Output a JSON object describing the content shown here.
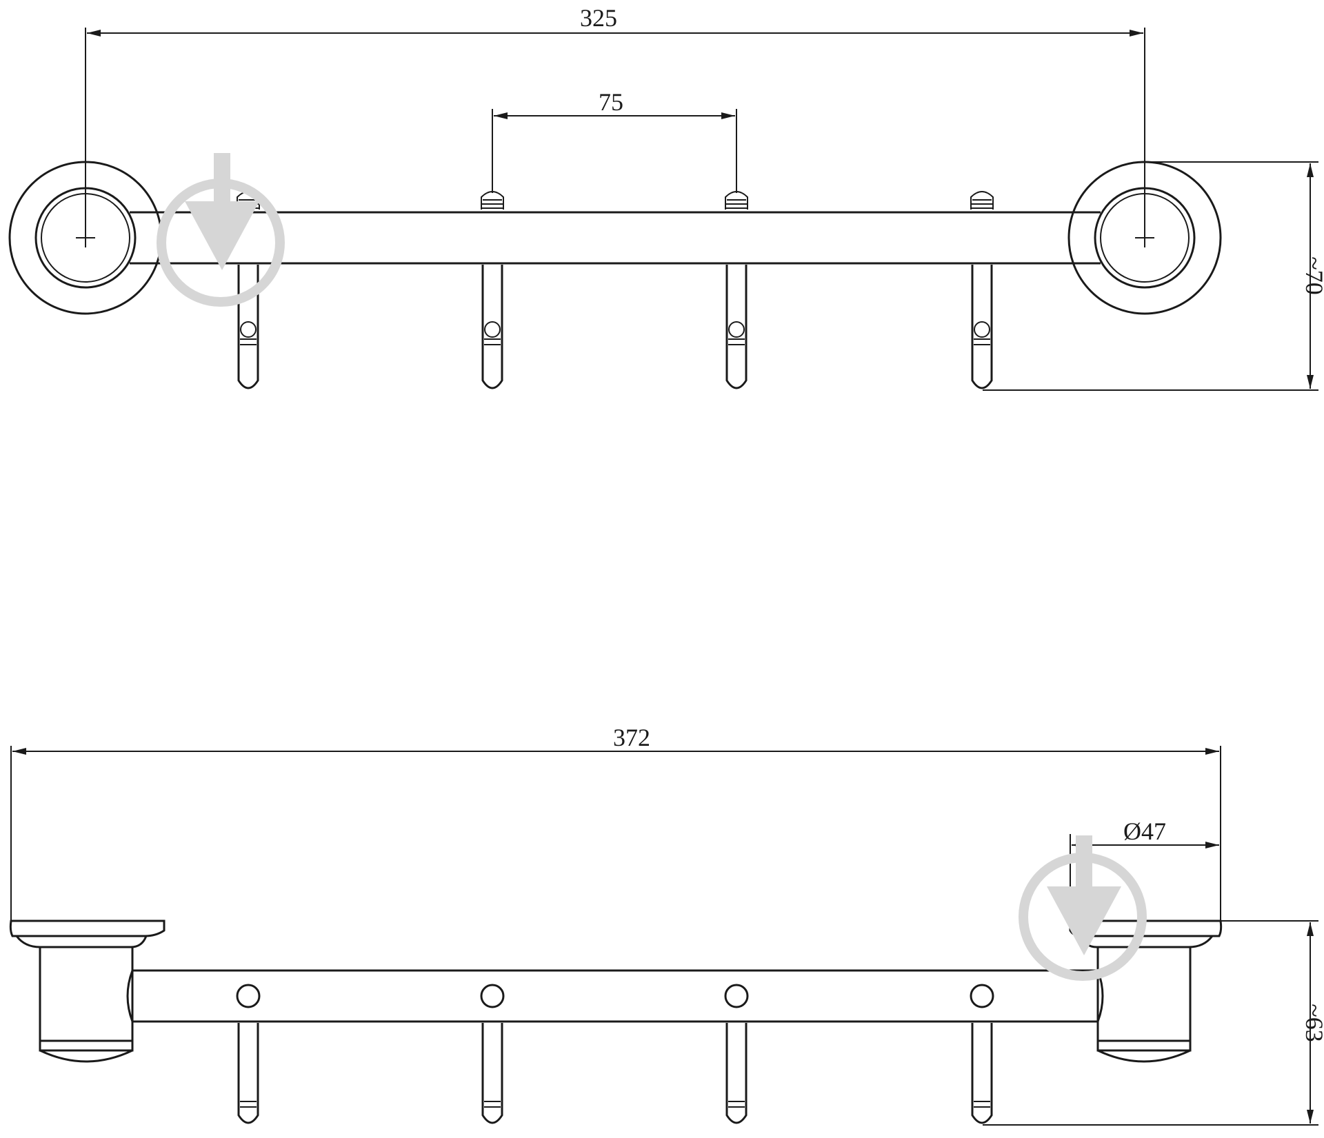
{
  "drawing": {
    "top_view": {
      "dimensions": {
        "overall_centers": "325",
        "hook_pitch": "75",
        "height": "~70"
      },
      "hook_count": 4
    },
    "front_view": {
      "dimensions": {
        "overall_length": "372",
        "flange_diameter": "Ø47",
        "height": "~63"
      },
      "hook_count": 4
    }
  },
  "colors": {
    "line": "#1a1a1a",
    "background": "#ffffff",
    "watermark": "#d6d6d6"
  },
  "icons": {
    "watermark": "download-arrow-icon"
  }
}
